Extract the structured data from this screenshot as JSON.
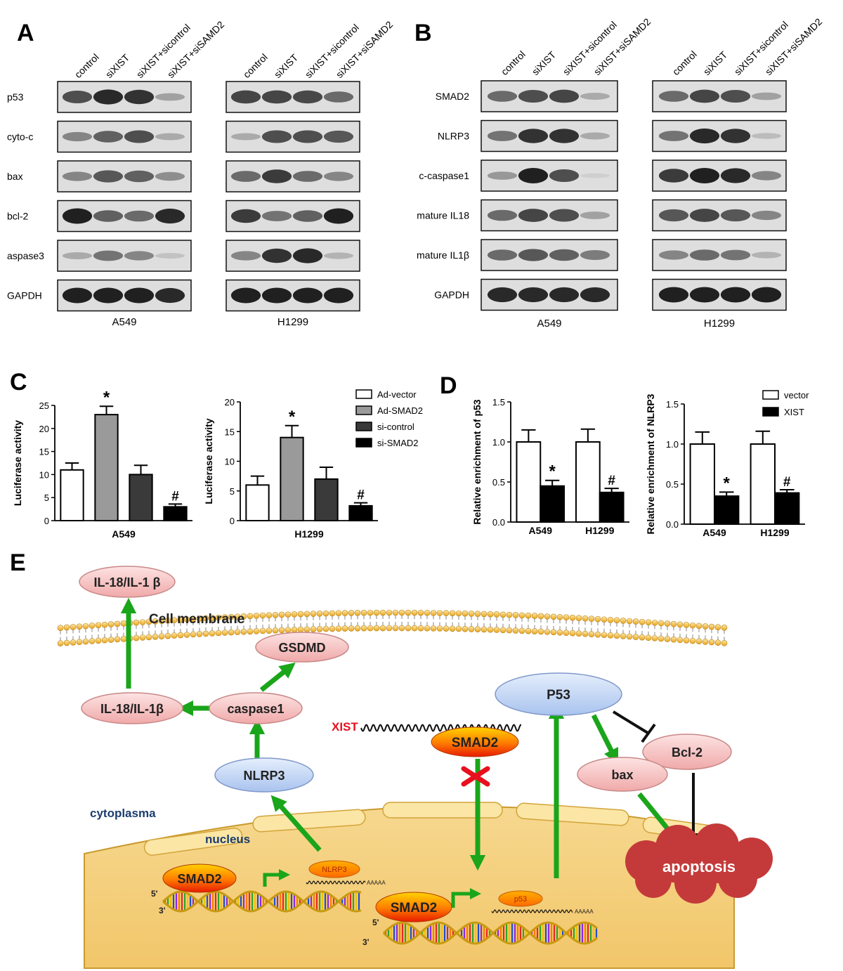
{
  "panel_letters": [
    "A",
    "B",
    "C",
    "D",
    "E"
  ],
  "blot_a": {
    "lanes": [
      "control",
      "siXIST",
      "siXIST+sicontrol",
      "siXIST+siSAMD2"
    ],
    "rows": [
      {
        "label": "p53",
        "a549": [
          0.75,
          0.95,
          0.9,
          0.3
        ],
        "h1299": [
          0.8,
          0.8,
          0.78,
          0.6
        ]
      },
      {
        "label": "cyto-c",
        "a549": [
          0.45,
          0.65,
          0.75,
          0.25
        ],
        "h1299": [
          0.25,
          0.75,
          0.75,
          0.7
        ]
      },
      {
        "label": "bax",
        "a549": [
          0.45,
          0.7,
          0.65,
          0.4
        ],
        "h1299": [
          0.6,
          0.85,
          0.6,
          0.45
        ]
      },
      {
        "label": "bcl-2",
        "a549": [
          1,
          0.65,
          0.6,
          0.95
        ],
        "h1299": [
          0.85,
          0.55,
          0.65,
          1
        ]
      },
      {
        "label": "aspase3",
        "a549": [
          0.25,
          0.55,
          0.45,
          0.12
        ],
        "h1299": [
          0.45,
          0.9,
          0.95,
          0.2
        ]
      },
      {
        "label": "GAPDH",
        "a549": [
          1,
          1,
          1,
          0.95
        ],
        "h1299": [
          1,
          1,
          1,
          1
        ]
      }
    ],
    "cells": [
      "A549",
      "H1299"
    ]
  },
  "blot_b": {
    "lanes": [
      "control",
      "siXIST",
      "siXIST+sicontrol",
      "siXIST+siSAMD2"
    ],
    "rows": [
      {
        "label": "SMAD2",
        "a549": [
          0.6,
          0.75,
          0.8,
          0.25
        ],
        "h1299": [
          0.6,
          0.8,
          0.75,
          0.3
        ]
      },
      {
        "label": "NLRP3",
        "a549": [
          0.55,
          0.9,
          0.9,
          0.25
        ],
        "h1299": [
          0.55,
          0.95,
          0.9,
          0.15
        ]
      },
      {
        "label": "c-caspase1",
        "a549": [
          0.35,
          1,
          0.75,
          0.05
        ],
        "h1299": [
          0.85,
          1,
          0.95,
          0.45
        ]
      },
      {
        "label": "mature IL18",
        "a549": [
          0.6,
          0.8,
          0.75,
          0.3
        ],
        "h1299": [
          0.7,
          0.8,
          0.7,
          0.45
        ]
      },
      {
        "label": "mature IL1β",
        "a549": [
          0.6,
          0.7,
          0.65,
          0.5
        ],
        "h1299": [
          0.45,
          0.6,
          0.55,
          0.2
        ]
      },
      {
        "label": "GAPDH",
        "a549": [
          0.95,
          0.95,
          0.95,
          0.95
        ],
        "h1299": [
          1,
          1,
          1,
          1
        ]
      }
    ],
    "cells": [
      "A549",
      "H1299"
    ]
  },
  "chart_data": [
    {
      "type": "bar",
      "ylabel": "Luciferase activity",
      "xlabel": "A549",
      "ylim": [
        0,
        25
      ],
      "yticks": [
        "0",
        "5",
        "10",
        "15",
        "20",
        "25"
      ],
      "series": [
        {
          "name": "Ad-vector",
          "value": 11,
          "error": 1.5,
          "color": "#ffffff",
          "mark": ""
        },
        {
          "name": "Ad-SMAD2",
          "value": 23,
          "error": 1.8,
          "color": "#9a9a9a",
          "mark": "*"
        },
        {
          "name": "si-control",
          "value": 10,
          "error": 2,
          "color": "#3a3a3a",
          "mark": ""
        },
        {
          "name": "si-SMAD2",
          "value": 3,
          "error": 0.6,
          "color": "#000000",
          "mark": "#"
        }
      ]
    },
    {
      "type": "bar",
      "ylabel": "Luciferase activity",
      "xlabel": "H1299",
      "ylim": [
        0,
        20
      ],
      "yticks": [
        "0",
        "5",
        "10",
        "15",
        "20"
      ],
      "series": [
        {
          "name": "Ad-vector",
          "value": 6,
          "error": 1.5,
          "color": "#ffffff",
          "mark": ""
        },
        {
          "name": "Ad-SMAD2",
          "value": 14,
          "error": 2,
          "color": "#9a9a9a",
          "mark": "*"
        },
        {
          "name": "si-control",
          "value": 7,
          "error": 2,
          "color": "#3a3a3a",
          "mark": ""
        },
        {
          "name": "si-SMAD2",
          "value": 2.5,
          "error": 0.5,
          "color": "#000000",
          "mark": "#"
        }
      ]
    },
    {
      "type": "bar",
      "ylabel": "Relative enrichment of p53",
      "categories": [
        "A549",
        "H1299"
      ],
      "ylim": [
        0,
        1.5
      ],
      "yticks": [
        "0.0",
        "0.5",
        "1.0",
        "1.5"
      ],
      "series": [
        {
          "name": "vector",
          "values": [
            1.0,
            1.0
          ],
          "errors": [
            0.15,
            0.16
          ],
          "color": "#ffffff",
          "marks": [
            "",
            ""
          ]
        },
        {
          "name": "XIST",
          "values": [
            0.45,
            0.37
          ],
          "errors": [
            0.07,
            0.05
          ],
          "color": "#000000",
          "marks": [
            "*",
            "#"
          ]
        }
      ]
    },
    {
      "type": "bar",
      "ylabel": "Relative enrichment of NLRP3",
      "categories": [
        "A549",
        "H1299"
      ],
      "ylim": [
        0,
        1.5
      ],
      "yticks": [
        "0.0",
        "0.5",
        "1.0",
        "1.5"
      ],
      "series": [
        {
          "name": "vector",
          "values": [
            1.0,
            1.0
          ],
          "errors": [
            0.15,
            0.16
          ],
          "color": "#ffffff",
          "marks": [
            "",
            ""
          ]
        },
        {
          "name": "XIST",
          "values": [
            0.35,
            0.39
          ],
          "errors": [
            0.05,
            0.04
          ],
          "color": "#000000",
          "marks": [
            "*",
            "#"
          ]
        }
      ]
    }
  ],
  "legend_c": [
    "Ad-vector",
    "Ad-SMAD2",
    "si-control",
    "si-SMAD2"
  ],
  "legend_d": [
    "vector",
    "XIST"
  ],
  "diagram": {
    "il_top": "IL-18/IL-1 β",
    "cell_membrane": "Cell membrane",
    "gsdmd": "GSDMD",
    "il_left": "IL-18/IL-1β",
    "caspase1": "caspase1",
    "nlrp3": "NLRP3",
    "xist": "XIST",
    "smad2_top": "SMAD2",
    "p53": "P53",
    "bcl2": "Bcl-2",
    "bax": "bax",
    "apoptosis": "apoptosis",
    "cytoplasma": "cytoplasma",
    "nucleus": "nucleus",
    "smad2_left": "SMAD2",
    "nlrp3_mrna": "NLRP3",
    "smad2_mid": "SMAD2",
    "p53_mrna": "p53",
    "polyA_1": "AAAAA",
    "polyA_2": "AAAAA",
    "five_prime": "5'",
    "three_prime": "3'"
  },
  "colors": {
    "arrow_green": "#1aa51a",
    "pink_node": "#f6c3c3",
    "blue_node": "#c6d8f4",
    "apoptosis": "#c43a3a",
    "nucleus_fill": "#f3cf7e",
    "membrane": "#f2b93b"
  }
}
